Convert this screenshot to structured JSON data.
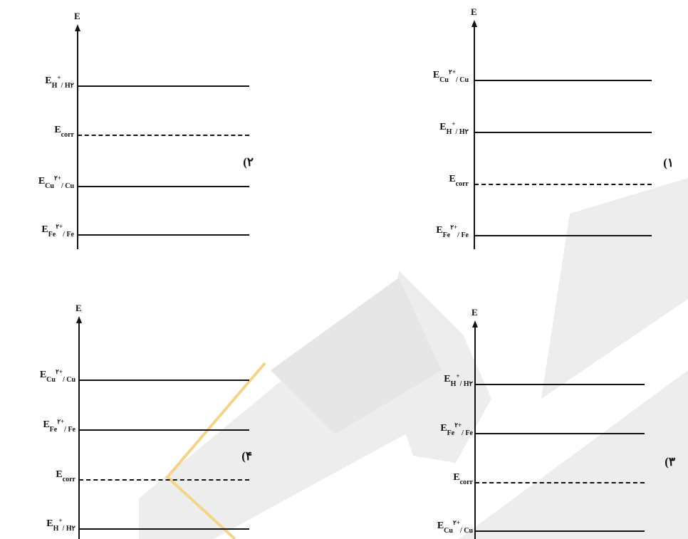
{
  "axis_label": "E",
  "panels": [
    {
      "label": "(۱",
      "rows": [
        {
          "e": "E",
          "sub": "Cu",
          "sup": "۲+",
          "rest": " / Cu",
          "dashed": false
        },
        {
          "e": "E",
          "sub": "H",
          "sup": "+",
          "rest": " / H۲",
          "dashed": false
        },
        {
          "e": "E",
          "sub": "corr",
          "sup": "",
          "rest": "",
          "dashed": true
        },
        {
          "e": "E",
          "sub": "Fe",
          "sup": "۲+",
          "rest": " / Fe",
          "dashed": false
        }
      ]
    },
    {
      "label": "(۲",
      "rows": [
        {
          "e": "E",
          "sub": "H",
          "sup": "+",
          "rest": " / H۲",
          "dashed": false
        },
        {
          "e": "E",
          "sub": "corr",
          "sup": "",
          "rest": "",
          "dashed": true
        },
        {
          "e": "E",
          "sub": "Cu",
          "sup": "۲+",
          "rest": " / Cu",
          "dashed": false
        },
        {
          "e": "E",
          "sub": "Fe",
          "sup": "۲+",
          "rest": " / Fe",
          "dashed": false
        }
      ]
    },
    {
      "label": "(۳",
      "rows": [
        {
          "e": "E",
          "sub": "H",
          "sup": "+",
          "rest": " / H۲",
          "dashed": false
        },
        {
          "e": "E",
          "sub": "Fe",
          "sup": "۲+",
          "rest": " / Fe",
          "dashed": false
        },
        {
          "e": "E",
          "sub": "corr",
          "sup": "",
          "rest": "",
          "dashed": true
        },
        {
          "e": "E",
          "sub": "Cu",
          "sup": "۲+",
          "rest": " / Cu",
          "dashed": false
        }
      ]
    },
    {
      "label": "(۴",
      "rows": [
        {
          "e": "E",
          "sub": "Cu",
          "sup": "۲+",
          "rest": " / Cu",
          "dashed": false
        },
        {
          "e": "E",
          "sub": "Fe",
          "sup": "۲+",
          "rest": " / Fe",
          "dashed": false
        },
        {
          "e": "E",
          "sub": "corr",
          "sup": "",
          "rest": "",
          "dashed": true
        },
        {
          "e": "E",
          "sub": "H",
          "sup": "+",
          "rest": " / H۲",
          "dashed": false
        }
      ]
    }
  ]
}
